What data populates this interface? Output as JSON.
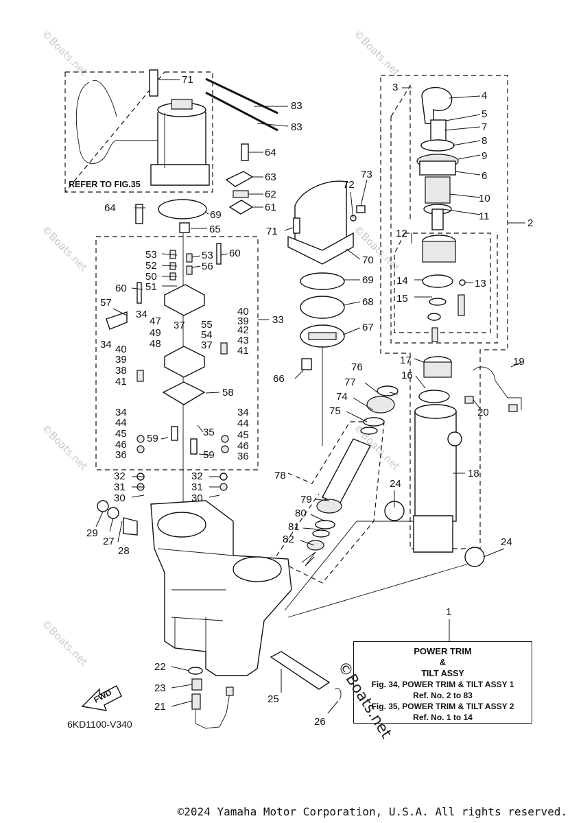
{
  "diagram": {
    "refer_label": "REFER TO FIG.35",
    "drawing_code": "6KD1100-V340",
    "fwd_label": "FWD",
    "copyright": "©2024 Yamaha Motor Corporation, U.S.A. All rights reserved.",
    "stamp": "©Boats.net",
    "watermark": "©Boats.net",
    "info_box": {
      "title_1": "POWER TRIM",
      "title_2": "&",
      "title_3": "TILT ASSY",
      "ref_1": "Fig. 34, POWER TRIM & TILT ASSY 1",
      "ref_1b": "Ref. No. 2 to 83",
      "ref_2": "Fig. 35, POWER TRIM & TILT ASSY 2",
      "ref_2b": "Ref. No. 1 to 14"
    },
    "callouts": {
      "c1": "1",
      "c2": "2",
      "c3": "3",
      "c4": "4",
      "c5": "5",
      "c6": "6",
      "c7": "7",
      "c8": "8",
      "c9": "9",
      "c10": "10",
      "c11": "11",
      "c12": "12",
      "c13": "13",
      "c14": "14",
      "c15": "15",
      "c16": "16",
      "c17": "17",
      "c18": "18",
      "c19": "19",
      "c20": "20",
      "c21": "21",
      "c22": "22",
      "c23": "23",
      "c24a": "24",
      "c24b": "24",
      "c25": "25",
      "c26": "26",
      "c27": "27",
      "c28": "28",
      "c29": "29",
      "c30a": "30",
      "c30b": "30",
      "c31a": "31",
      "c31b": "31",
      "c32a": "32",
      "c32b": "32",
      "c33": "33",
      "c34a": "34",
      "c34b": "34",
      "c34c": "34",
      "c34d": "34",
      "c35": "35",
      "c36a": "36",
      "c36b": "36",
      "c37a": "37",
      "c37b": "37",
      "c38": "38",
      "c39a": "39",
      "c39b": "39",
      "c40a": "40",
      "c40b": "40",
      "c41a": "41",
      "c41b": "41",
      "c42": "42",
      "c43": "43",
      "c44a": "44",
      "c44b": "44",
      "c45a": "45",
      "c45b": "45",
      "c46a": "46",
      "c46b": "46",
      "c47": "47",
      "c48": "48",
      "c49": "49",
      "c50": "50",
      "c51": "51",
      "c52": "52",
      "c53a": "53",
      "c53b": "53",
      "c54": "54",
      "c55": "55",
      "c56": "56",
      "c57": "57",
      "c58": "58",
      "c59a": "59",
      "c59b": "59",
      "c60a": "60",
      "c60b": "60",
      "c61": "61",
      "c62": "62",
      "c63": "63",
      "c64a": "64",
      "c64b": "64",
      "c65": "65",
      "c66": "66",
      "c67": "67",
      "c68": "68",
      "c69a": "69",
      "c69b": "69",
      "c70": "70",
      "c71a": "71",
      "c71b": "71",
      "c72": "72",
      "c73": "73",
      "c74": "74",
      "c75": "75",
      "c76": "76",
      "c77": "77",
      "c78": "78",
      "c79": "79",
      "c80": "80",
      "c81": "81",
      "c82": "82",
      "c83a": "83",
      "c83b": "83"
    }
  }
}
